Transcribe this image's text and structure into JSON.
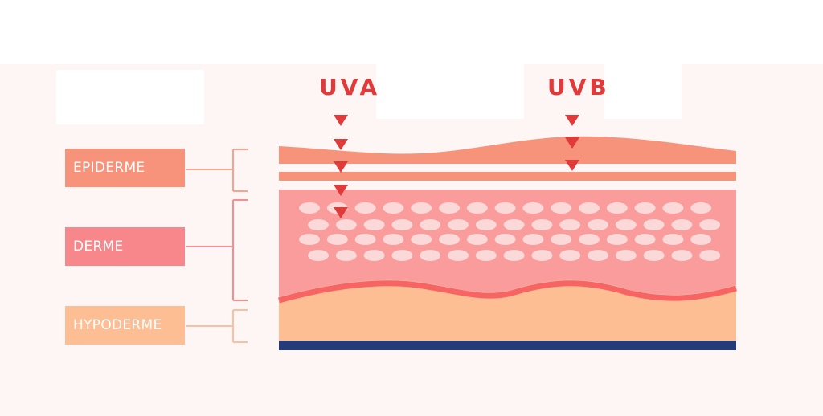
{
  "rays": {
    "uva_label": "UVA",
    "uvb_label": "UVB"
  },
  "layers": [
    {
      "id": "epiderme",
      "label": "EPIDERME"
    },
    {
      "id": "derme",
      "label": "DERME"
    },
    {
      "id": "hypoderme",
      "label": "HYPODERME"
    }
  ],
  "colors": {
    "uv_arrow": "#e03a3a",
    "epiderme": "#f7937b",
    "derme": "#fb9c9c",
    "derme_box": "#f7878a",
    "hypoderme": "#fdbe93",
    "base": "#253a78",
    "cells": "#fbd9d9"
  }
}
